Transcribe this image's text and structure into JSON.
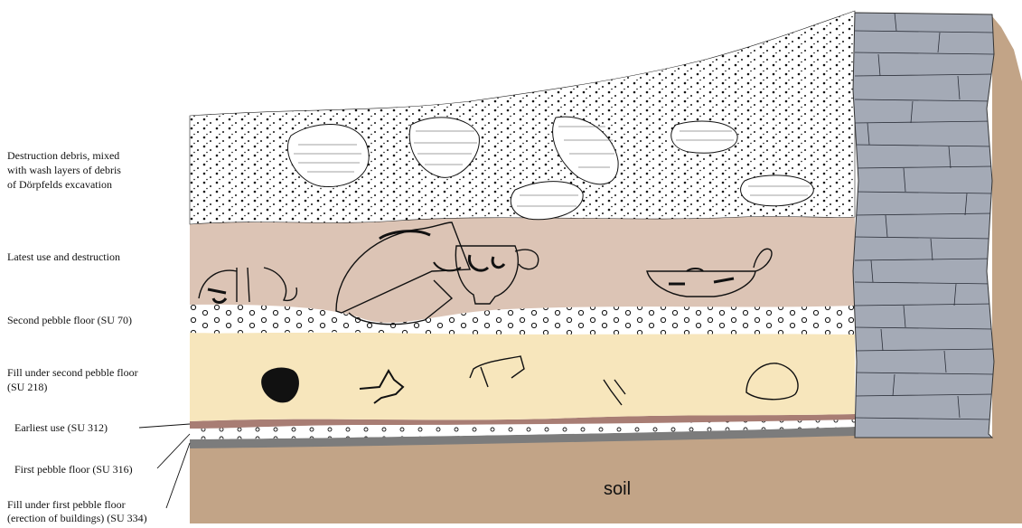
{
  "labels": {
    "destruction_1": "Destruction debris, mixed",
    "destruction_2": "with wash layers of debris",
    "destruction_3": "of Dörpfelds excavation",
    "latest": "Latest use and destruction",
    "second_floor": "Second pebble floor  (SU 70)",
    "fill_second_1": "Fill under second pebble floor",
    "fill_second_2": "(SU 218)",
    "earliest": "Earliest use (SU 312)",
    "first_floor": "First pebble floor (SU 316)",
    "fill_first_1": "Fill under first pebble floor",
    "fill_first_2": "(erection of buildings) (SU 334)",
    "soil": "soil"
  },
  "colors": {
    "soil": "#c2a487",
    "latest_use": "#dcc4b5",
    "fill_layer": "#f7e6bc",
    "earliest_band": "#a87d74",
    "first_floor_band": "#7c7c7c",
    "wall": "#a4aab6",
    "debris": "#ffffff"
  }
}
